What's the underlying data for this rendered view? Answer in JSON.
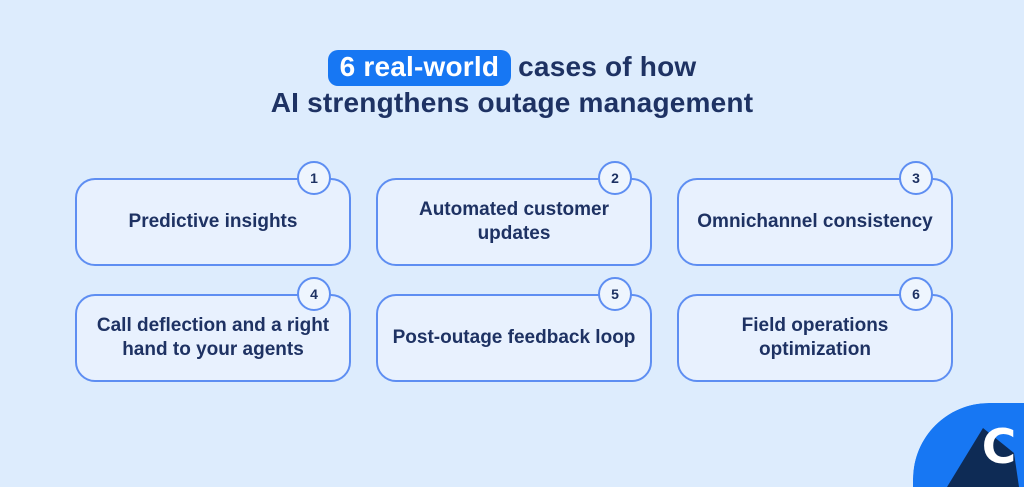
{
  "title": {
    "highlight": "6 real-world",
    "line1_rest": "cases of how",
    "line2": "AI strengthens outage management"
  },
  "cards": [
    {
      "number": "1",
      "title": "Predictive insights"
    },
    {
      "number": "2",
      "title": "Automated customer updates"
    },
    {
      "number": "3",
      "title": "Omnichannel consistency"
    },
    {
      "number": "4",
      "title": "Call deflection and a right hand to your agents"
    },
    {
      "number": "5",
      "title": "Post-outage feedback loop"
    },
    {
      "number": "6",
      "title": "Field operations optimization"
    }
  ],
  "logo": {
    "letter": "C"
  },
  "colors": {
    "bg": "#ddecfd",
    "card": "#e8f1fe",
    "border": "#5e8ef2",
    "badge": "#eef5fe",
    "navy": "#1e3263",
    "accent": "#1777f3",
    "logo-shadow": "#0e2b55"
  }
}
